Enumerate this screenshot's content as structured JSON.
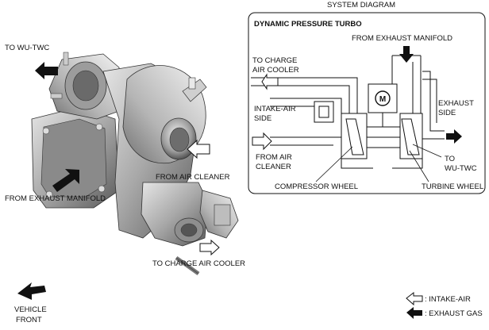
{
  "system_diagram": {
    "heading": "SYSTEM DIAGRAM",
    "title": "DYNAMIC PRESSURE TURBO",
    "from_exhaust_manifold": "FROM EXHAUST MANIFOLD",
    "to_charge_air_cooler": [
      "TO CHARGE",
      "AIR COOLER"
    ],
    "intake_air_side": [
      "INTAKE-AIR",
      "SIDE"
    ],
    "exhaust_side": [
      "EXHAUST",
      "SIDE"
    ],
    "from_air_cleaner": [
      "FROM AIR",
      "CLEANER"
    ],
    "to_wu_twc": [
      "TO",
      "WU-TWC"
    ],
    "compressor_wheel": "COMPRESSOR WHEEL",
    "turbine_wheel": "TURBINE WHEEL",
    "motor_symbol": "M"
  },
  "left_diagram": {
    "to_wu_twc": "TO WU-TWC",
    "from_exhaust_manifold": "FROM EXHAUST MANIFOLD",
    "from_air_cleaner": "FROM AIR CLEANER",
    "to_charge_air_cooler": "TO CHARGE AIR COOLER",
    "vehicle_front": [
      "VEHICLE",
      "FRONT"
    ]
  },
  "legend": {
    "intake_air": ": INTAKE-AIR",
    "exhaust_gas": ": EXHAUST GAS"
  }
}
